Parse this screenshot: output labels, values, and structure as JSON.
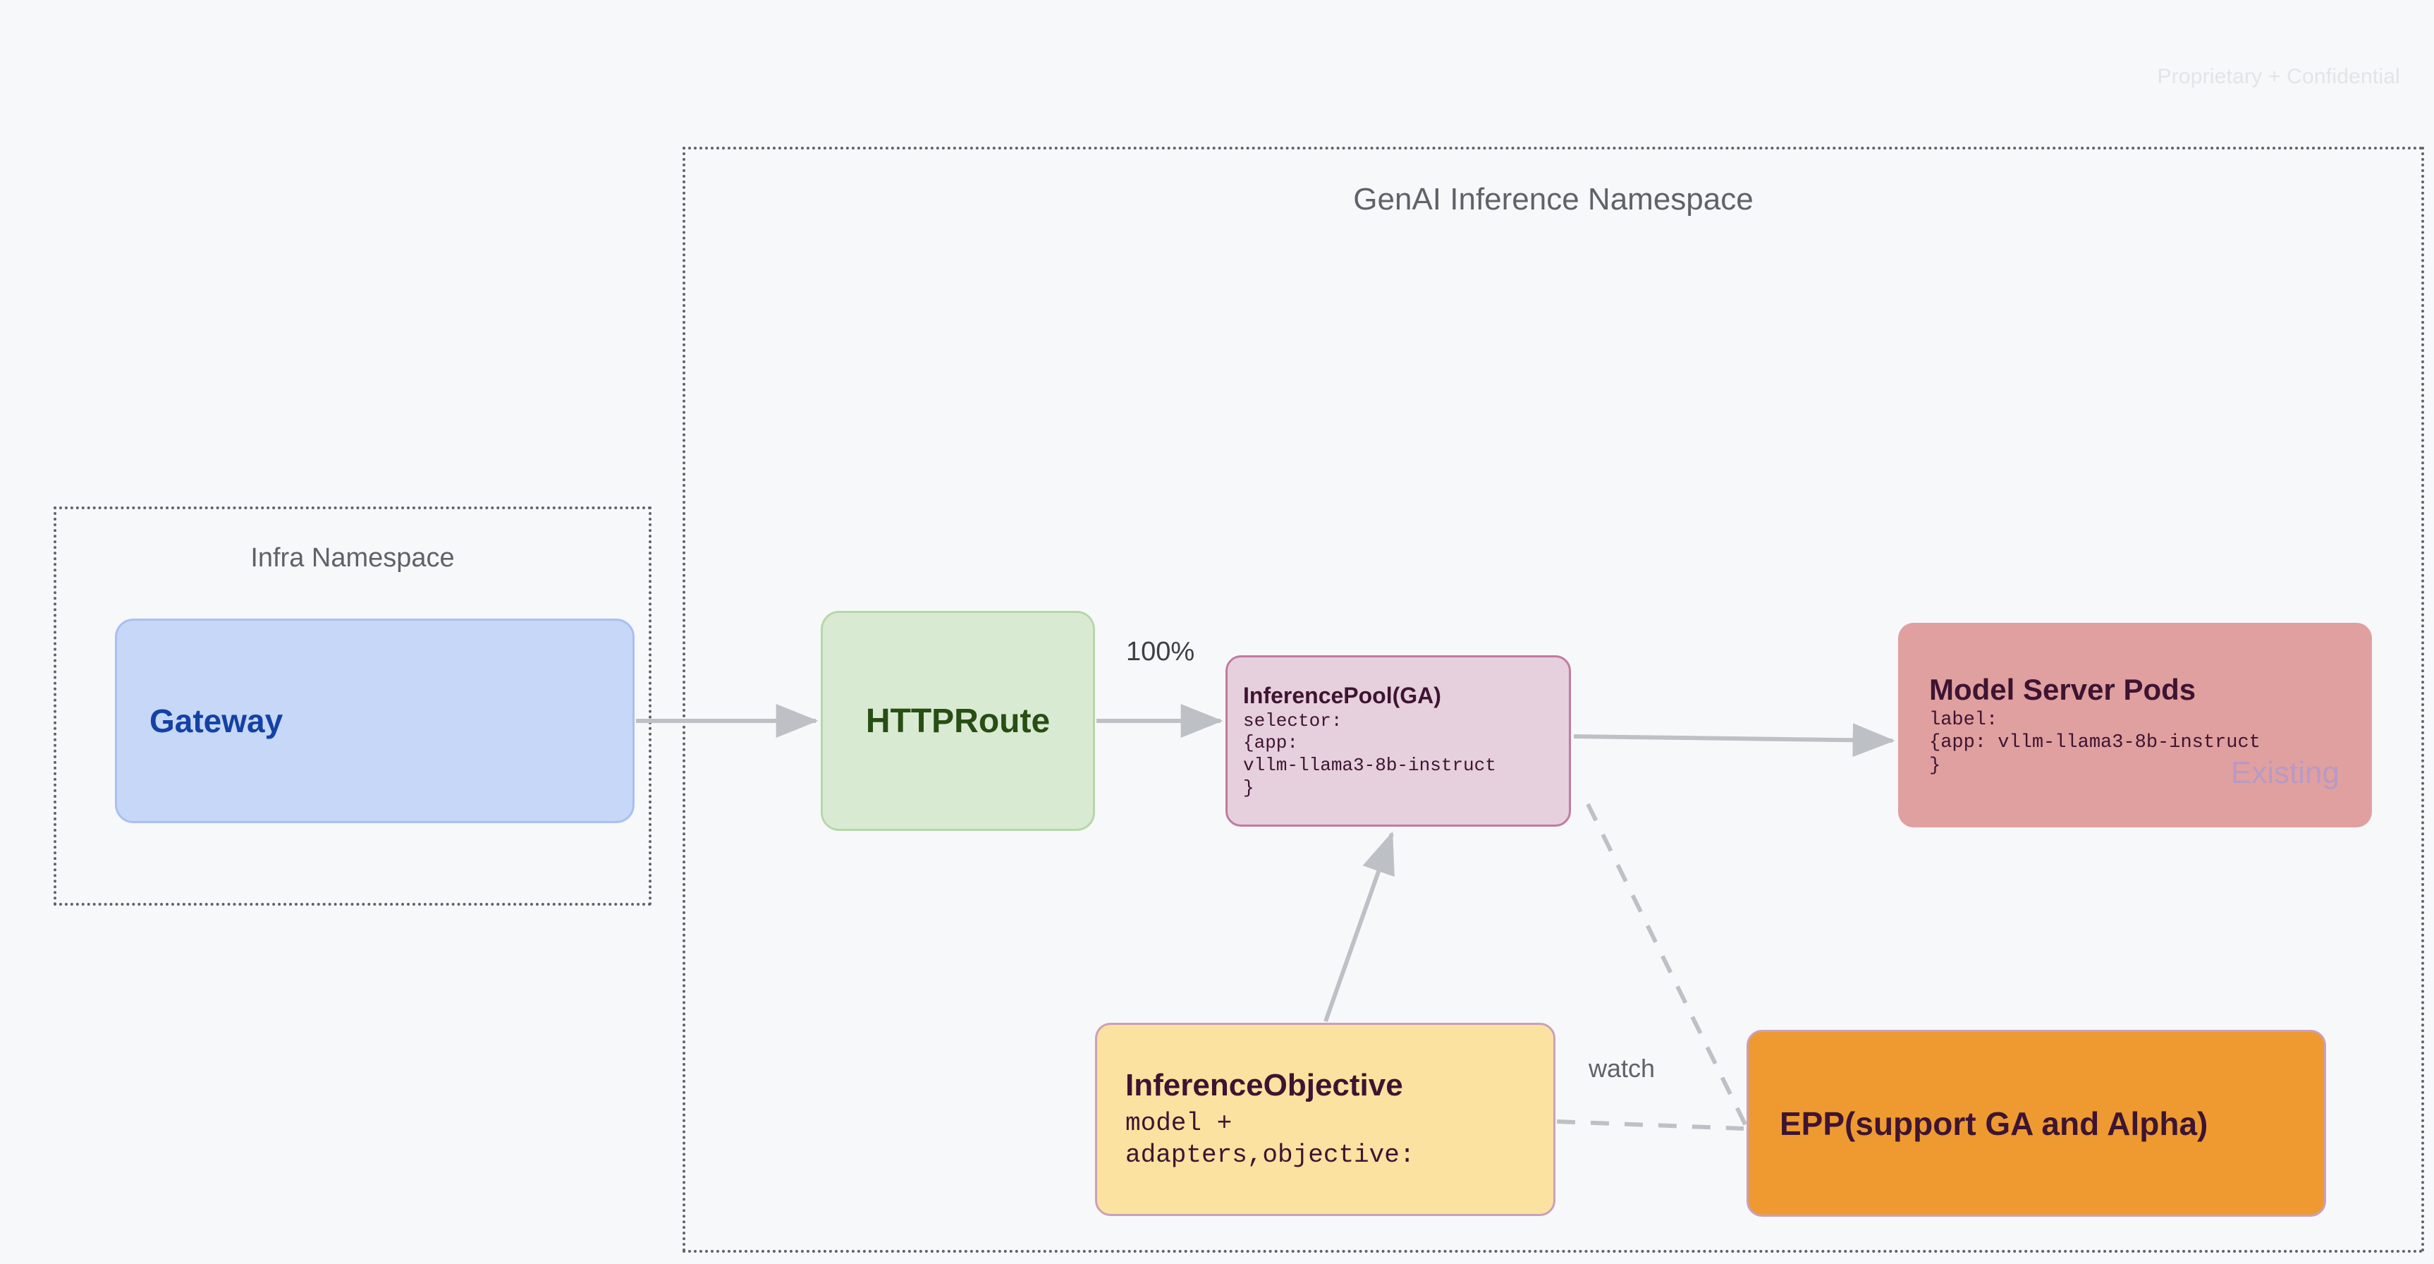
{
  "watermark": "Proprietary + Confidential",
  "namespaces": [
    {
      "id": "genai",
      "title": "GenAI Inference Namespace"
    },
    {
      "id": "infra",
      "title": "Infra Namespace"
    }
  ],
  "nodes": {
    "gateway": {
      "title": "Gateway",
      "fill": "#c6d7f7",
      "text_color": "#1341a5"
    },
    "httproute": {
      "title": "HTTPRoute",
      "fill": "#d9ead3",
      "text_color": "#274e13"
    },
    "inferencepool": {
      "title": "InferencePool(GA)",
      "body": "selector:\n{app:\nvllm-llama3-8b-instruct\n}",
      "fill": "#e6d0dd",
      "text_color": "#3d1431"
    },
    "modelserverpods": {
      "title": "Model Server Pods",
      "body": "label:\n{app: vllm-llama3-8b-instruct\n}",
      "stamp": "Existing",
      "fill": "#e0a0a0",
      "text_color": "#3d1431",
      "stamp_color": "#b89ac4"
    },
    "inferenceobjective": {
      "title": "InferenceObjective",
      "body": "model +\nadapters,objective:",
      "fill": "#fbe2a0",
      "text_color": "#3d1431"
    },
    "epp": {
      "title": "EPP(support GA and Alpha)",
      "fill": "#ef9a31",
      "text_color": "#3d1431"
    }
  },
  "edges": [
    {
      "id": "gateway-to-httproute",
      "label": "",
      "style": "solid"
    },
    {
      "id": "httproute-to-inferencepool",
      "label": "100%",
      "style": "solid"
    },
    {
      "id": "inferencepool-to-modelserverpods",
      "label": "",
      "style": "solid"
    },
    {
      "id": "inferenceobjective-to-inferencepool",
      "label": "",
      "style": "solid"
    },
    {
      "id": "inferenceobjective-to-epp",
      "label": "watch",
      "style": "dashed"
    },
    {
      "id": "inferencepool-to-epp",
      "label": "",
      "style": "dashed"
    }
  ],
  "colors": {
    "background": "#f7f8fa",
    "namespace_border": "#5f6368",
    "edge": "#bdc1c6",
    "edge_dashed": "#bdc1c6"
  }
}
